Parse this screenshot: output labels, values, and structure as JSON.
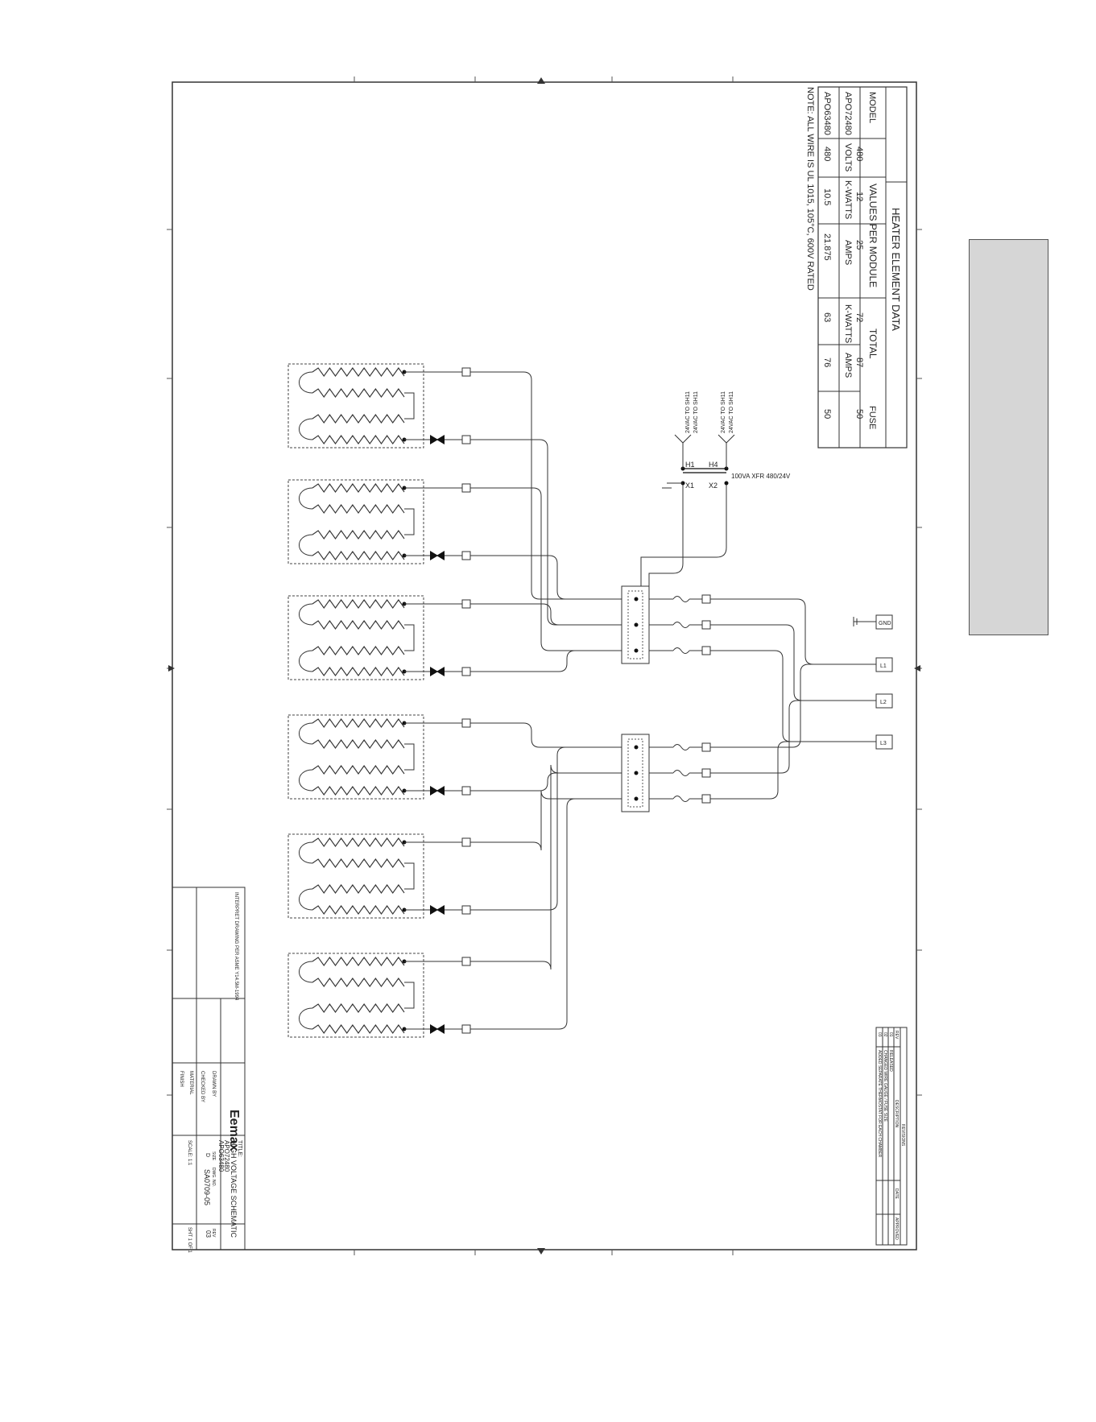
{
  "heater_data": {
    "title": "HEATER ELEMENT DATA",
    "group_per_module": "VALUES PER MODULE",
    "group_total": "TOTAL",
    "columns": [
      "MODEL",
      "VOLTS",
      "K-WATTS",
      "AMPS",
      "K-WATTS",
      "AMPS",
      "FUSE"
    ],
    "rows": [
      [
        "APO72480",
        "480",
        "12",
        "25",
        "72",
        "87",
        "50"
      ],
      [
        "APO63480",
        "480",
        "10.5",
        "21.875",
        "63",
        "76",
        "50"
      ]
    ],
    "note": "NOTE: ALL WIRE IS UL 1015, 105°C, 600V RATED"
  },
  "transformer": {
    "label": "100VA XFR 480/24V",
    "terminals": [
      "H1",
      "H4",
      "X1",
      "X2"
    ],
    "leads": [
      "24VAC TO SH11",
      "24VAC TO SH11",
      "24VAC TO SH11",
      "24VAC TO SH11"
    ]
  },
  "supply_terminals": [
    "GND",
    "L1",
    "L2",
    "L3"
  ],
  "title_block": {
    "title_label": "TITLE:",
    "title_line1": "HIGH VOLTAGE SCHEMATIC",
    "title_line2": "APO72480",
    "title_line3": "APO63480",
    "brand": "Eemax",
    "dwg_no_label": "DWG. NO.",
    "dwg_no": "SA0709-05",
    "rev_label": "REV",
    "rev": "03",
    "size_label": "SIZE",
    "size": "D",
    "scale": "SCALE: 1:1",
    "sheet": "SHT 1 OF 1",
    "interpret": "INTERPRET DRAWING PER ASME Y14.5M-1994",
    "drawn_by": "DRAWN BY",
    "checked_by": "CHECKED BY",
    "material": "MATERIAL",
    "finish": "FINISH"
  },
  "revisions": {
    "header": "REVISIONS",
    "cols": [
      "REV",
      "DESCRIPTION",
      "DATE",
      "APPROVED"
    ],
    "rows": [
      [
        "01",
        "RELEASED",
        "",
        ""
      ],
      [
        "02",
        "CHANGED WIRE GAUGE / FUSE SIZE",
        "",
        ""
      ],
      [
        "03",
        "ADDED SEPARATE THERMOSTAT FOR EACH CHAMBER",
        "",
        ""
      ]
    ]
  }
}
